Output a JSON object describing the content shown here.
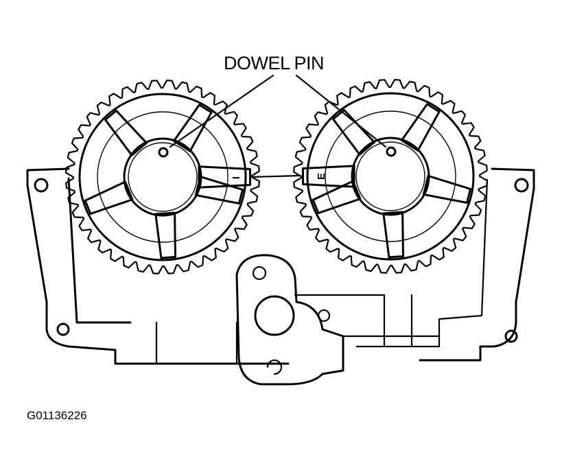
{
  "callout": {
    "text": "DOWEL PIN"
  },
  "figure_id": "G01136226",
  "marks": {
    "intake": "I",
    "exhaust": "E"
  }
}
